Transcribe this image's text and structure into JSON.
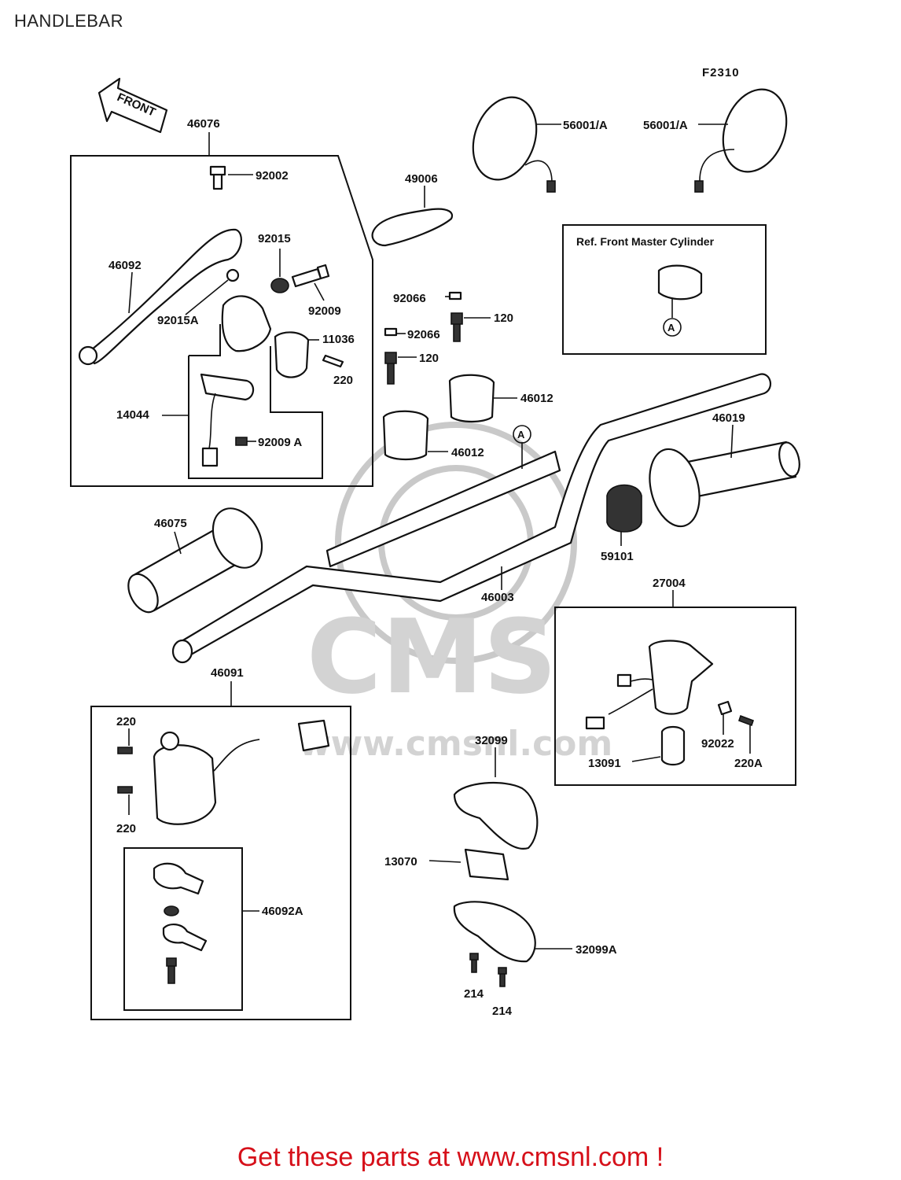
{
  "header": {
    "title": "HANDLEBAR"
  },
  "figure_code": "F2310",
  "front_arrow": "FRONT",
  "ref_note": "Ref. Front Master Cylinder",
  "ref_marker": "A",
  "watermark": {
    "brand": "CMS",
    "url": "www.cmsnl.com"
  },
  "parts": {
    "p46076": "46076",
    "p92002": "92002",
    "p46092": "46092",
    "p92015": "92015",
    "p92015A": "92015A",
    "p92009": "92009",
    "p11036": "11036",
    "p220a": "220",
    "p14044": "14044",
    "p92009A": "92009 A",
    "p49006": "49006",
    "p92066a": "92066",
    "p92066b": "92066",
    "p120a": "120",
    "p120b": "120",
    "p46012a": "46012",
    "p46012b": "46012",
    "p56001a": "56001/A",
    "p56001b": "56001/A",
    "p46019": "46019",
    "p59101": "59101",
    "p46003": "46003",
    "p46075": "46075",
    "p27004": "27004",
    "p92022": "92022",
    "p13091": "13091",
    "p220A": "220A",
    "p46091": "46091",
    "p220b": "220",
    "p220c": "220",
    "p46092A": "46092A",
    "p32099": "32099",
    "p13070": "13070",
    "p32099A": "32099A",
    "p214a": "214",
    "p214b": "214"
  },
  "footer": {
    "text": "Get these parts at www.cmsnl.com !"
  }
}
